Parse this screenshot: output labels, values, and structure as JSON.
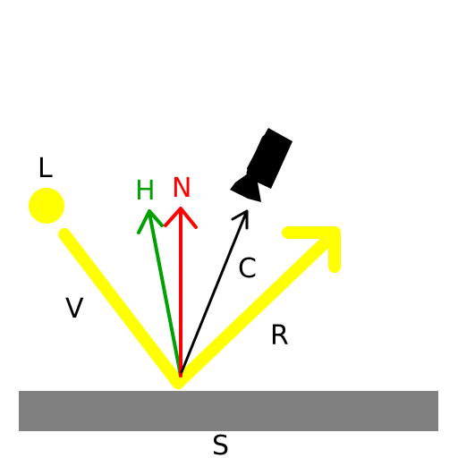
{
  "diagram": {
    "labels": {
      "light": "L",
      "half_vector": "H",
      "normal": "N",
      "camera_vector": "C",
      "view_vector": "V",
      "reflection": "R",
      "surface": "S"
    },
    "colors": {
      "background": "#ffffff",
      "surface": "#808080",
      "light": "#ffff00",
      "incoming_ray": "#ffff00",
      "reflected_ray": "#ffff00",
      "half_vector": "#00a000",
      "normal": "#ff0000",
      "camera_vector": "#000000",
      "camera": "#000000",
      "label_default": "#000000",
      "label_half": "#00a000",
      "label_normal": "#ff0000"
    },
    "icons": {
      "light": "sun-icon",
      "camera": "camera-icon"
    }
  }
}
